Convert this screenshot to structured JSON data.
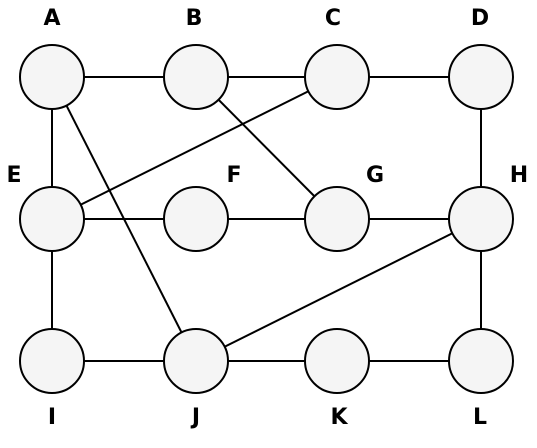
{
  "graph": {
    "nodes": [
      {
        "id": "A",
        "label": "A"
      },
      {
        "id": "B",
        "label": "B"
      },
      {
        "id": "C",
        "label": "C"
      },
      {
        "id": "D",
        "label": "D"
      },
      {
        "id": "E",
        "label": "E"
      },
      {
        "id": "F",
        "label": "F"
      },
      {
        "id": "G",
        "label": "G"
      },
      {
        "id": "H",
        "label": "H"
      },
      {
        "id": "I",
        "label": "I"
      },
      {
        "id": "J",
        "label": "J"
      },
      {
        "id": "K",
        "label": "K"
      },
      {
        "id": "L",
        "label": "L"
      }
    ],
    "edges": [
      [
        "A",
        "B"
      ],
      [
        "B",
        "C"
      ],
      [
        "C",
        "D"
      ],
      [
        "A",
        "E"
      ],
      [
        "A",
        "J"
      ],
      [
        "B",
        "G"
      ],
      [
        "C",
        "E"
      ],
      [
        "D",
        "H"
      ],
      [
        "E",
        "F"
      ],
      [
        "F",
        "G"
      ],
      [
        "G",
        "H"
      ],
      [
        "E",
        "I"
      ],
      [
        "H",
        "J"
      ],
      [
        "H",
        "L"
      ],
      [
        "I",
        "J"
      ],
      [
        "J",
        "K"
      ],
      [
        "K",
        "L"
      ]
    ],
    "colors": {
      "node_fill": "#f5f5f5",
      "node_stroke": "#000000",
      "edge": "#000000",
      "label": "#000000"
    }
  }
}
